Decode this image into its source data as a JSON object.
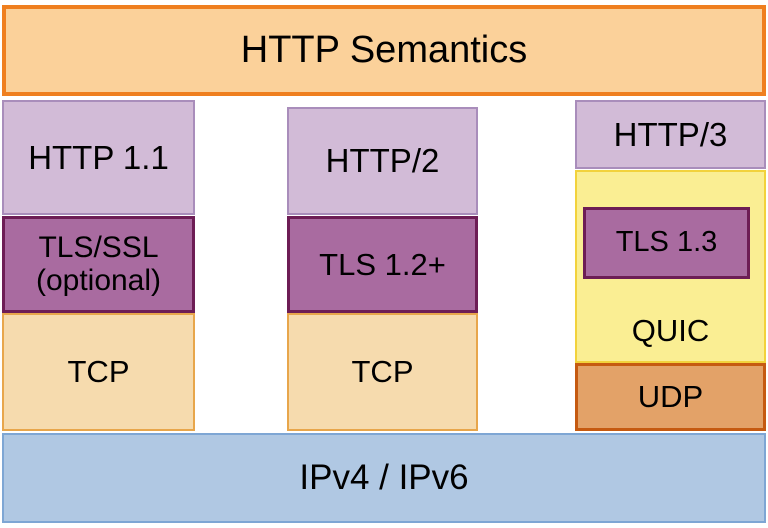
{
  "diagram": {
    "title_banner": {
      "label": "HTTP Semantics",
      "fill": "#fbd19a",
      "stroke": "#ef7f1f"
    },
    "base_layer": {
      "label": "IPv4 / IPv6",
      "fill": "#b0c8e3",
      "stroke": "#7ea6d4"
    },
    "stacks": [
      {
        "name": "http-1-1-stack",
        "layers": [
          {
            "label": "HTTP 1.1",
            "role": "application",
            "fill": "#d2bbd7",
            "stroke": "#a98dbb"
          },
          {
            "label": "TLS/SSL\n(optional)",
            "role": "security",
            "fill": "#a96ba0",
            "stroke": "#6d1d55"
          },
          {
            "label": "TCP",
            "role": "transport",
            "fill": "#f6dbae",
            "stroke": "#e8a64b"
          }
        ]
      },
      {
        "name": "http-2-stack",
        "layers": [
          {
            "label": "HTTP/2",
            "role": "application",
            "fill": "#d2bbd7",
            "stroke": "#a98dbb"
          },
          {
            "label": "TLS 1.2+",
            "role": "security",
            "fill": "#a96ba0",
            "stroke": "#6d1d55"
          },
          {
            "label": "TCP",
            "role": "transport",
            "fill": "#f6dbae",
            "stroke": "#e8a64b"
          }
        ]
      },
      {
        "name": "http-3-stack",
        "layers": [
          {
            "label": "HTTP/3",
            "role": "application",
            "fill": "#d2bbd7",
            "stroke": "#a98dbb"
          },
          {
            "label": "QUIC",
            "role": "transport-security-container",
            "fill": "#faee93",
            "stroke": "#f2d23c"
          },
          {
            "label": "TLS 1.3",
            "role": "security",
            "fill": "#a96ba0",
            "stroke": "#6d1d55"
          },
          {
            "label": "UDP",
            "role": "transport",
            "fill": "#e3a268",
            "stroke": "#c55a11"
          }
        ]
      }
    ]
  }
}
